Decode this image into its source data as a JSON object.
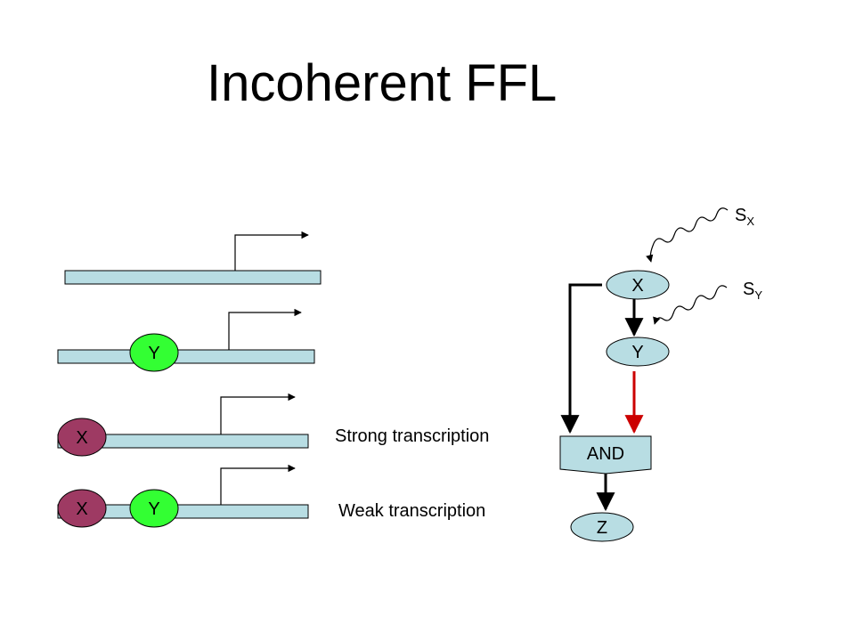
{
  "title": "Incoherent FFL",
  "promoters": {
    "row2_y": "Y",
    "row3_x": "X",
    "row3_label": "Strong transcription",
    "row4_x": "X",
    "row4_y": "Y",
    "row4_label": "Weak transcription"
  },
  "network": {
    "x": "X",
    "y": "Y",
    "gate": "AND",
    "z": "Z",
    "sx_main": "S",
    "sx_sub": "X",
    "sy_main": "S",
    "sy_sub": "Y"
  },
  "colors": {
    "strand": "#b8dde3",
    "activator_green": "#33ff33",
    "repressor": "#9e3a63",
    "node_fill": "#b8dde3",
    "repress_arrow": "#cc0000"
  }
}
